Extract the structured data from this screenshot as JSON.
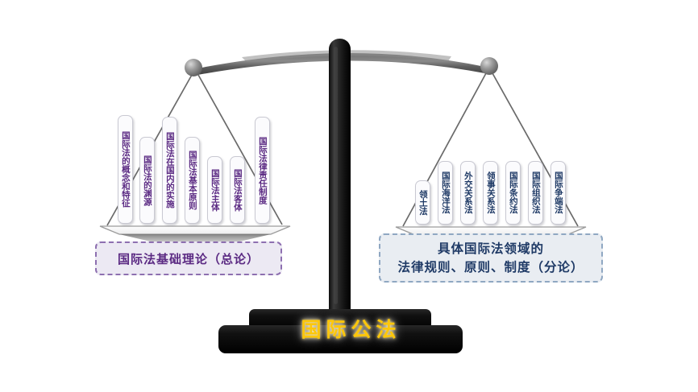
{
  "figure": {
    "title": "国际公法",
    "type": "balance-scale-diagram"
  },
  "colors": {
    "left_accent": "#5b2a83",
    "right_accent": "#1f3a66",
    "base_title": "#fdc70a",
    "beam": "#5a5a5a",
    "column": "#1a1a1a",
    "base": "#141414",
    "pan": "#f2f2f2",
    "left_caption_bg": "#ece9f3",
    "right_caption_bg": "#e9edf2",
    "left_caption_border": "#8d6fb0",
    "right_caption_border": "#8fa7c2"
  },
  "left_pan": {
    "caption": "国际法基础理论（总论）",
    "items": [
      {
        "label": "国际法的概念和特征"
      },
      {
        "label": "国际法的渊源"
      },
      {
        "label": "国际法在国内的实施"
      },
      {
        "label": "国际法基本原则"
      },
      {
        "label": "国际法主体"
      },
      {
        "label": "国际法客体"
      },
      {
        "label": "国际法律责任制度"
      }
    ]
  },
  "right_pan": {
    "caption_line1": "具体国际法领域的",
    "caption_line2": "法律规则、原则、制度（分论）",
    "items": [
      {
        "label": "领土法"
      },
      {
        "label": "国际海洋法"
      },
      {
        "label": "外交关系法"
      },
      {
        "label": "领事关系法"
      },
      {
        "label": "国际条约法"
      },
      {
        "label": "国际组织法"
      },
      {
        "label": "国际争端法"
      }
    ]
  },
  "base": {
    "title": "国际公法"
  }
}
